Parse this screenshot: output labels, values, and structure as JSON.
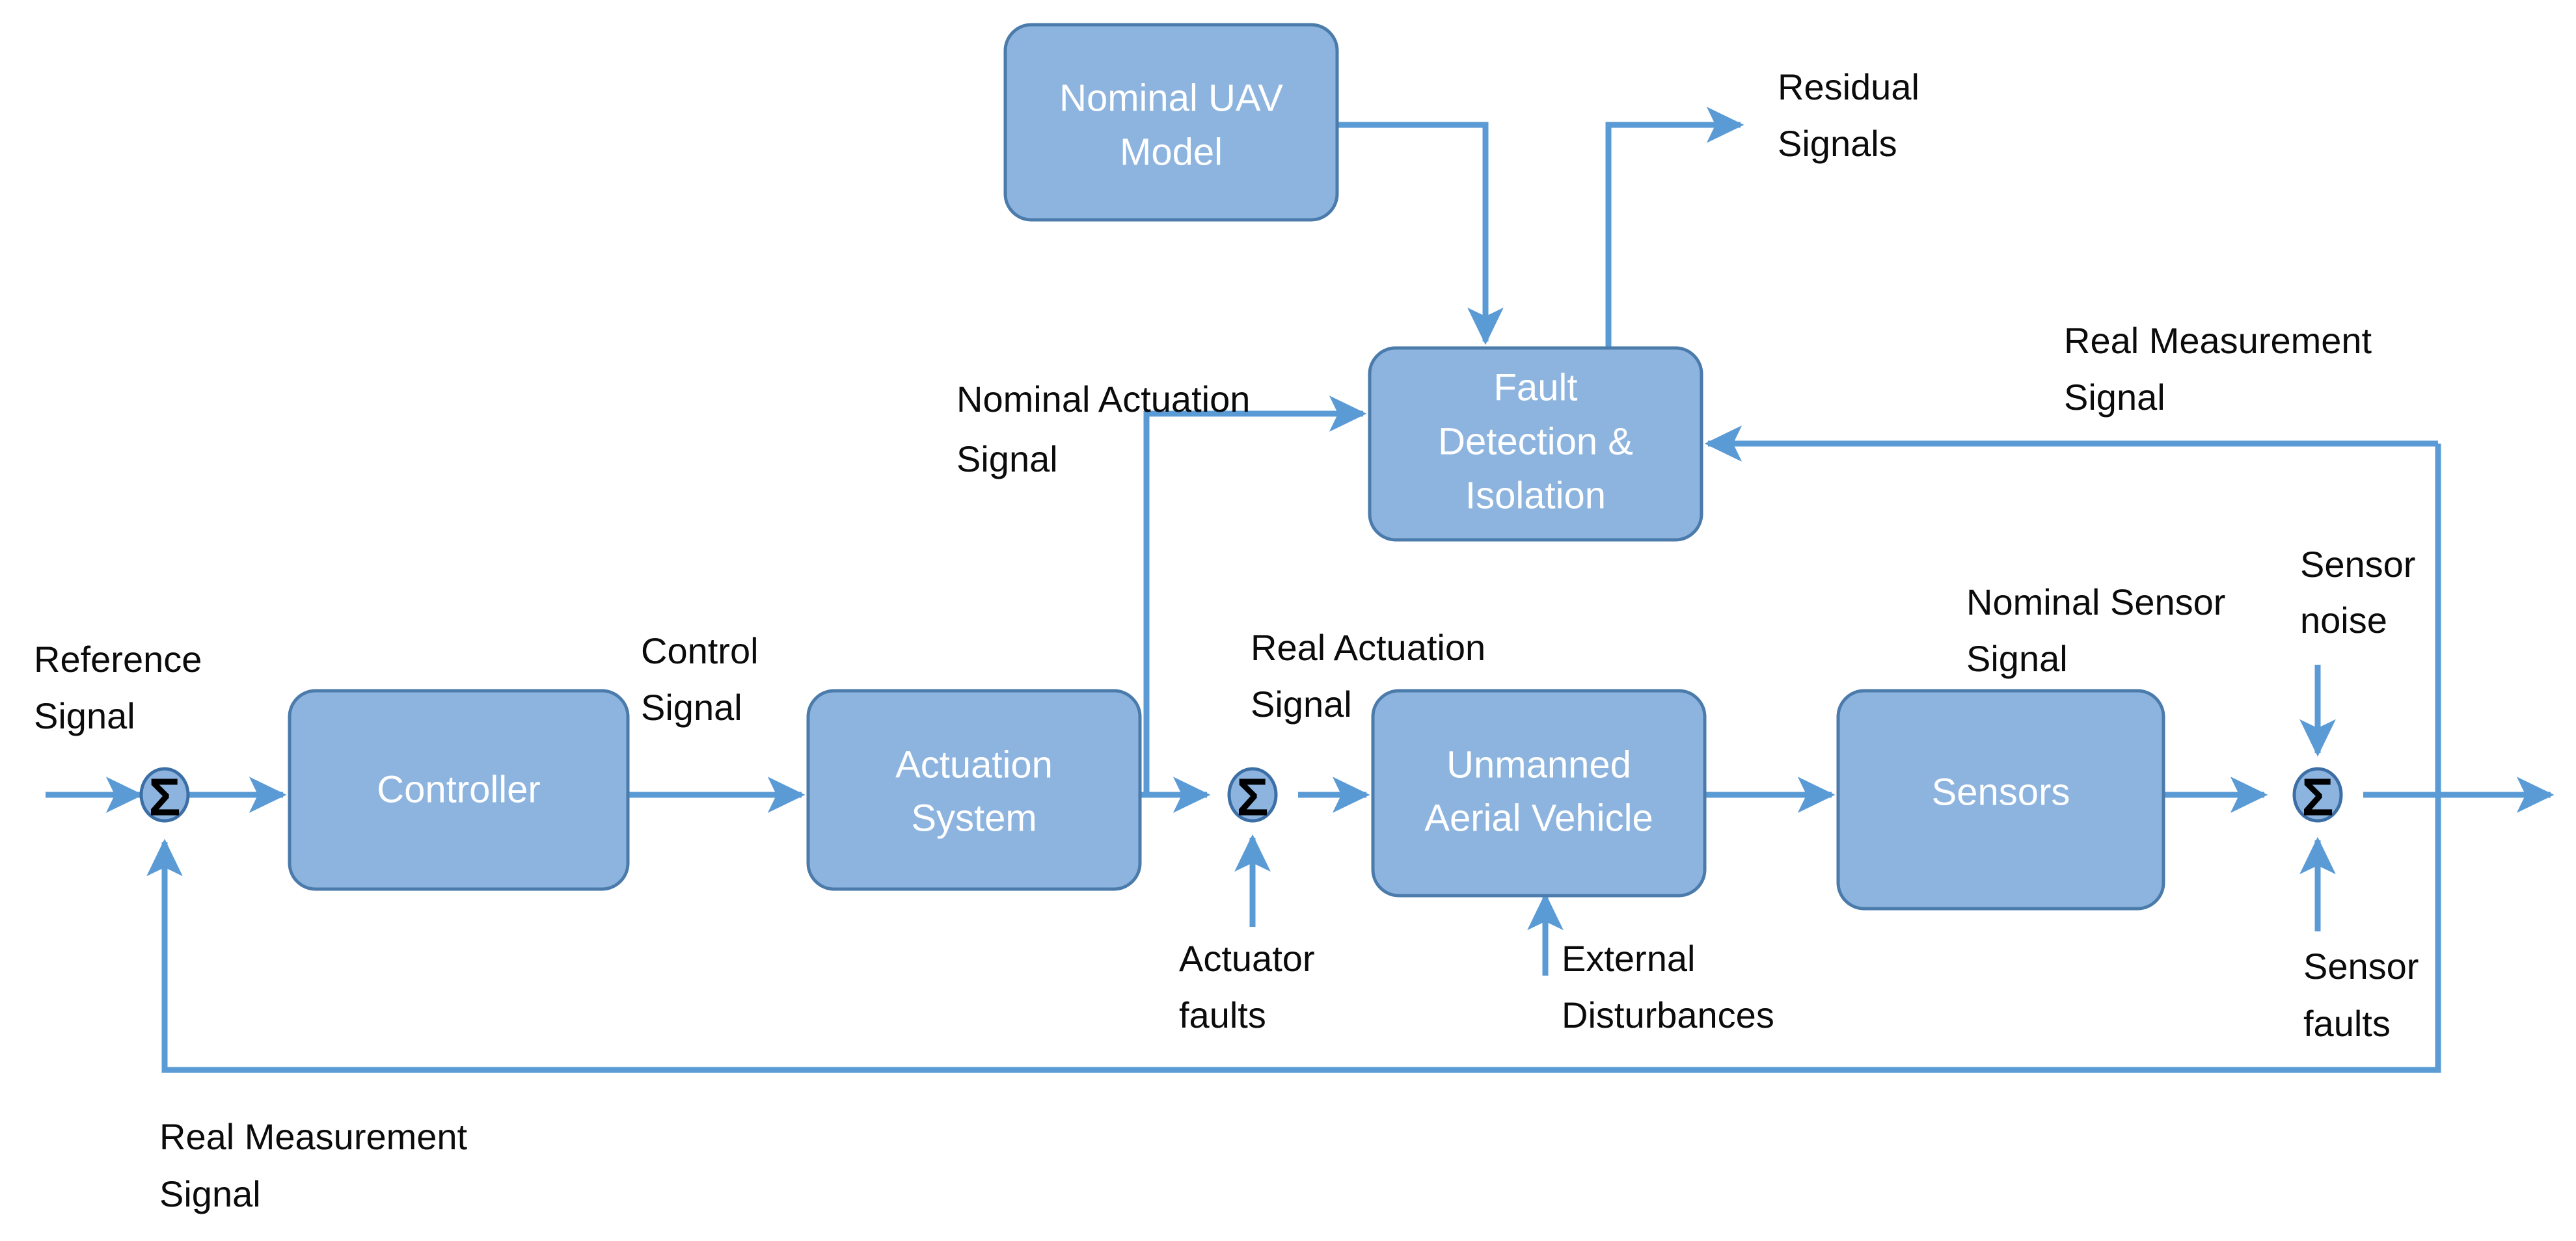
{
  "diagram": {
    "title": "UAV Fault Detection and Isolation Closed-Loop Block Diagram",
    "colors": {
      "block_fill": "#8DB4DF",
      "block_border": "#4B7BAB",
      "wire": "#5B9BD5",
      "block_text": "#FFFFFF",
      "signal_text": "#0B0B0B",
      "background": "#FFFFFF"
    },
    "blocks": [
      {
        "id": "nominal-uav-model",
        "label_line1": "Nominal UAV",
        "label_line2": "Model"
      },
      {
        "id": "fault-detection-isolation",
        "label_line1": "Fault",
        "label_line2": "Detection &",
        "label_line3": "Isolation"
      },
      {
        "id": "controller",
        "label_line1": "Controller"
      },
      {
        "id": "actuation-system",
        "label_line1": "Actuation",
        "label_line2": "System"
      },
      {
        "id": "unmanned-aerial-vehicle",
        "label_line1": "Unmanned",
        "label_line2": "Aerial Vehicle"
      },
      {
        "id": "sensors",
        "label_line1": "Sensors"
      }
    ],
    "summing_junctions": [
      {
        "id": "sum-reference",
        "glyph": "Σ"
      },
      {
        "id": "sum-actuator-faults",
        "glyph": "Σ"
      },
      {
        "id": "sum-sensor",
        "glyph": "Σ"
      }
    ],
    "signal_labels": [
      {
        "id": "residual-signals",
        "line1": "Residual",
        "line2": "Signals"
      },
      {
        "id": "nominal-actuation-signal",
        "line1": "Nominal Actuation",
        "line2": "Signal"
      },
      {
        "id": "real-measurement-signal-top",
        "line1": "Real Measurement",
        "line2": "Signal"
      },
      {
        "id": "reference-signal",
        "line1": "Reference",
        "line2": "Signal"
      },
      {
        "id": "control-signal",
        "line1": "Control",
        "line2": "Signal"
      },
      {
        "id": "real-actuation-signal",
        "line1": "Real Actuation",
        "line2": "Signal"
      },
      {
        "id": "nominal-sensor-signal",
        "line1": "Nominal Sensor",
        "line2": "Signal"
      },
      {
        "id": "sensor-noise",
        "line1": "Sensor",
        "line2": "noise"
      },
      {
        "id": "actuator-faults",
        "line1": "Actuator",
        "line2": "faults"
      },
      {
        "id": "external-disturbances",
        "line1": "External",
        "line2": "Disturbances"
      },
      {
        "id": "sensor-faults",
        "line1": "Sensor",
        "line2": "faults"
      },
      {
        "id": "real-measurement-signal-bottom",
        "line1": "Real Measurement",
        "line2": "Signal"
      }
    ]
  }
}
